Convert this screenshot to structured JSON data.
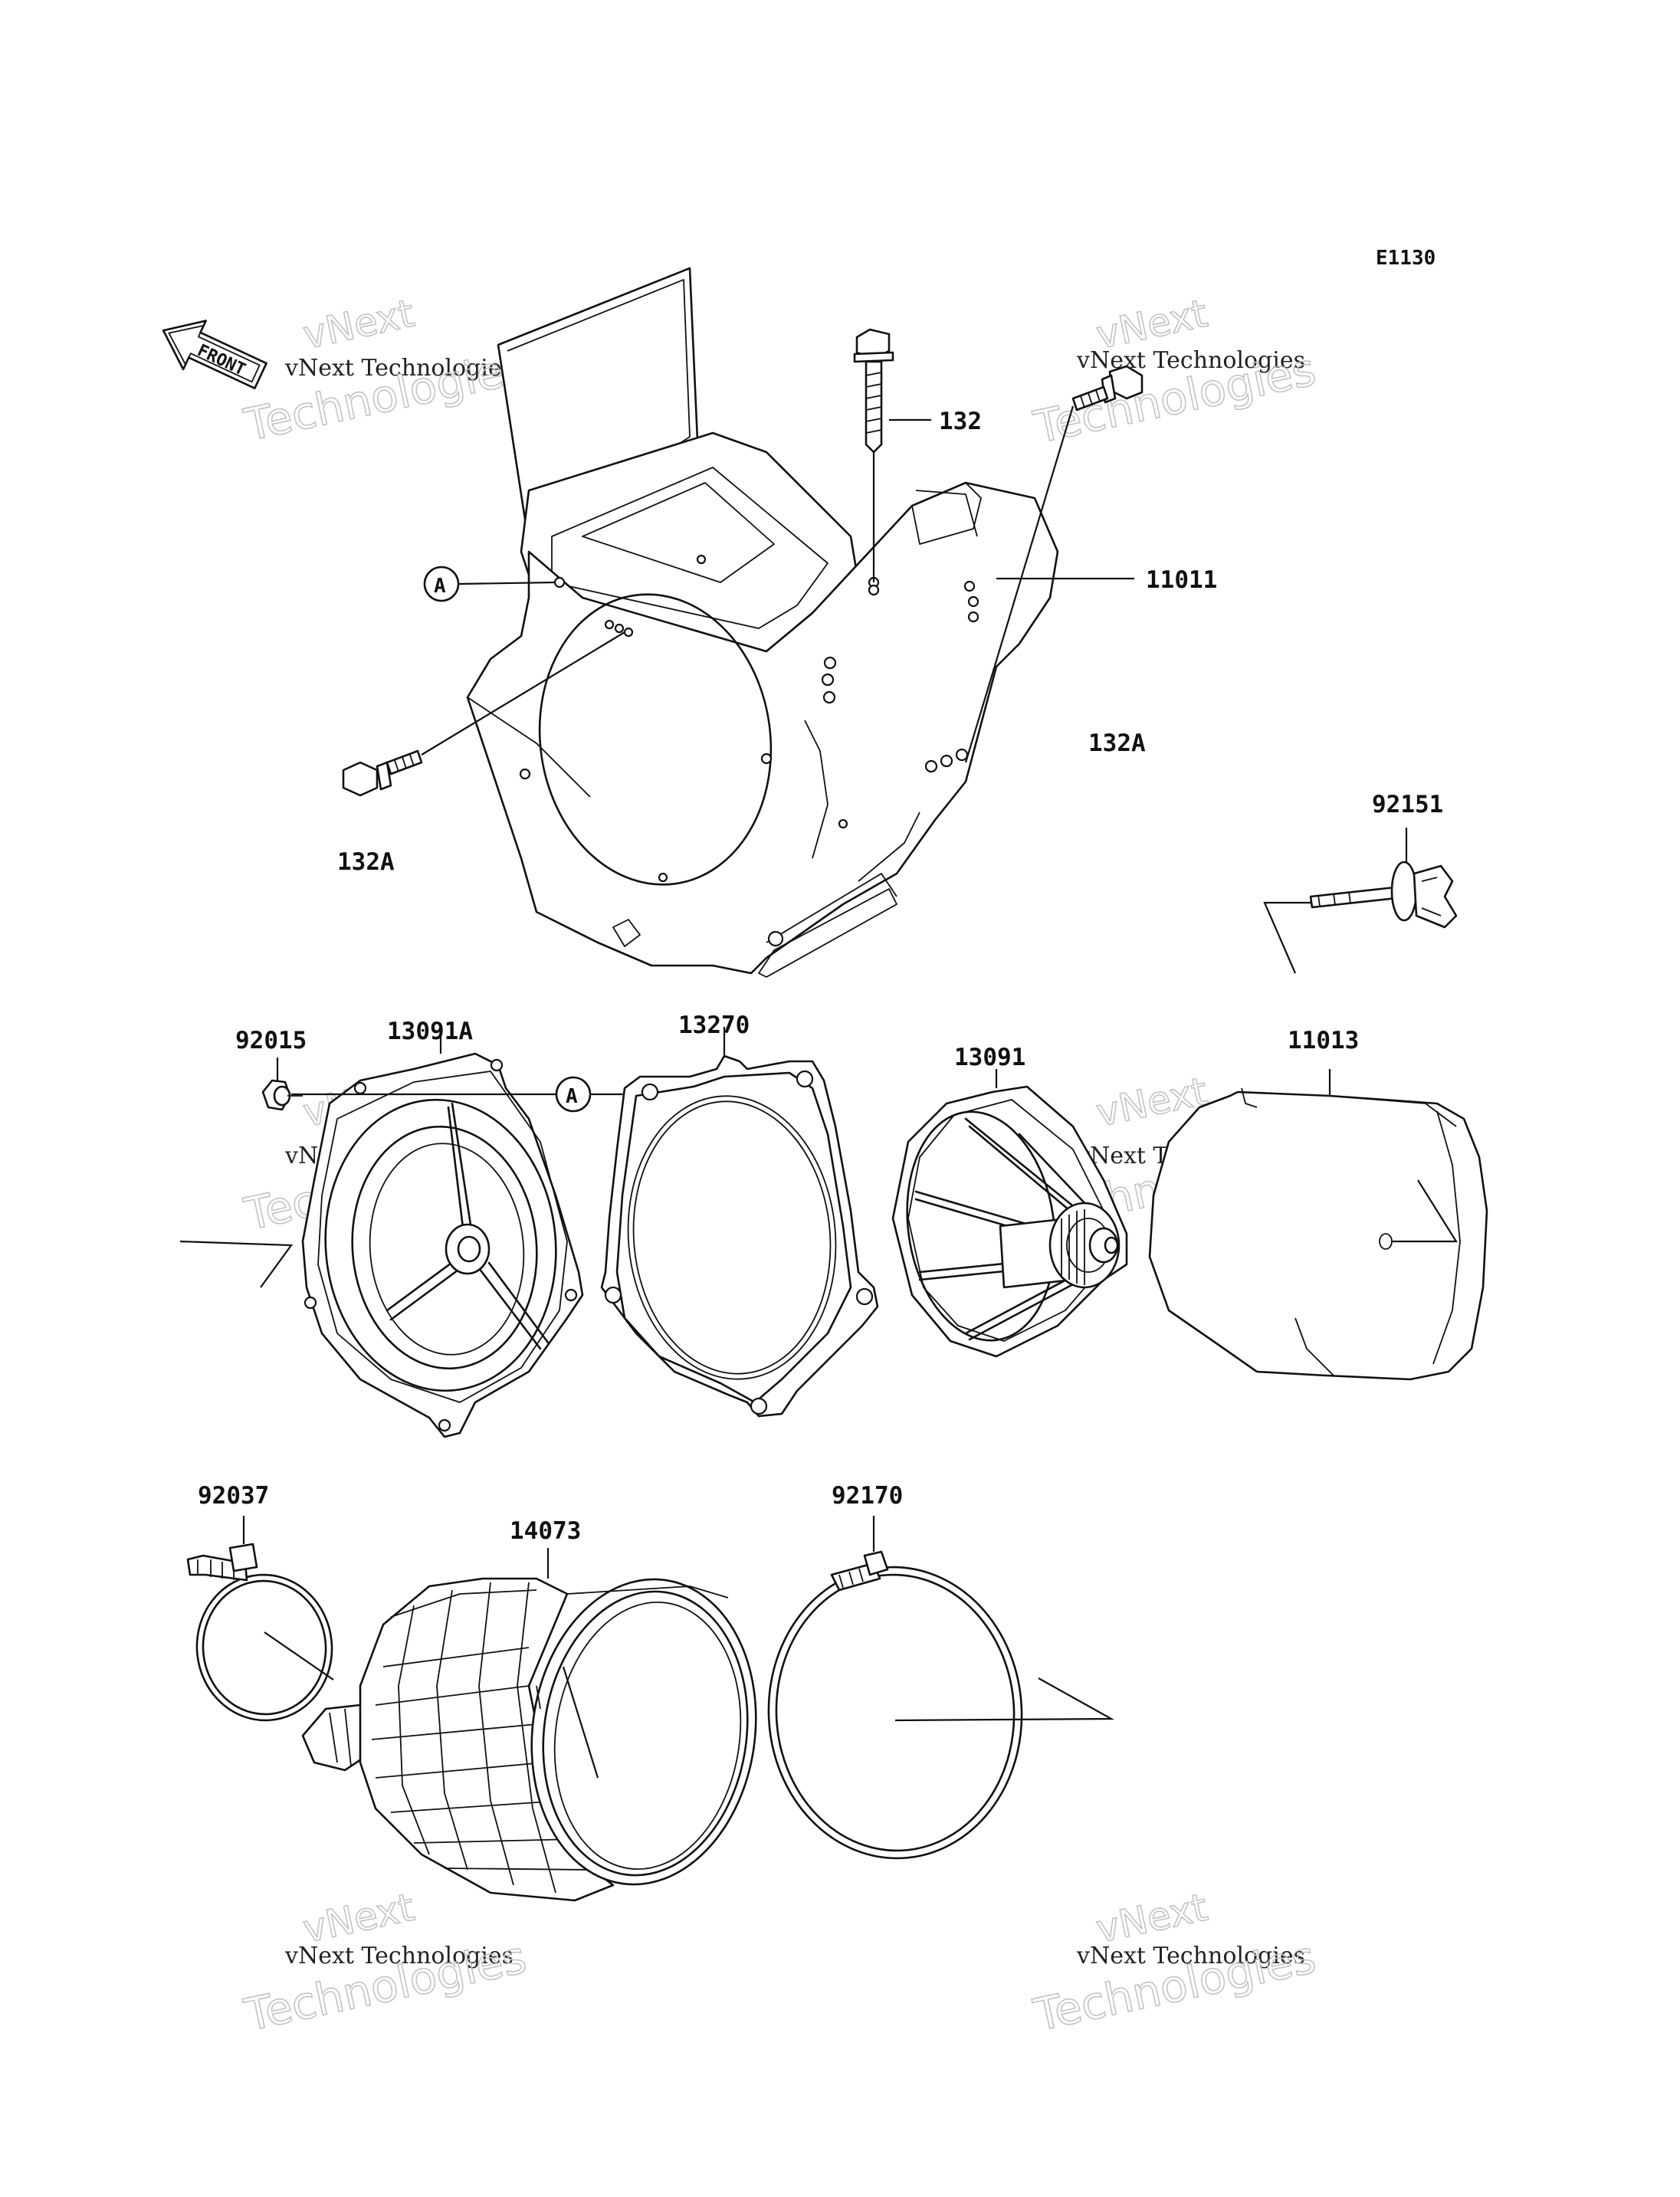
{
  "diagram_code": "E1130",
  "front_marker": "FRONT",
  "reference_marker": "A",
  "watermark": {
    "line1": "vNext",
    "line2": "vNext Technologies",
    "line3": "Technologies"
  },
  "parts": [
    {
      "id": "132",
      "label": "132"
    },
    {
      "id": "11011",
      "label": "11011"
    },
    {
      "id": "132A_right",
      "label": "132A"
    },
    {
      "id": "132A_left",
      "label": "132A"
    },
    {
      "id": "92151",
      "label": "92151"
    },
    {
      "id": "92015",
      "label": "92015"
    },
    {
      "id": "13091A",
      "label": "13091A"
    },
    {
      "id": "13270",
      "label": "13270"
    },
    {
      "id": "13091",
      "label": "13091"
    },
    {
      "id": "11013",
      "label": "11013"
    },
    {
      "id": "92037",
      "label": "92037"
    },
    {
      "id": "14073",
      "label": "14073"
    },
    {
      "id": "92170",
      "label": "92170"
    }
  ]
}
